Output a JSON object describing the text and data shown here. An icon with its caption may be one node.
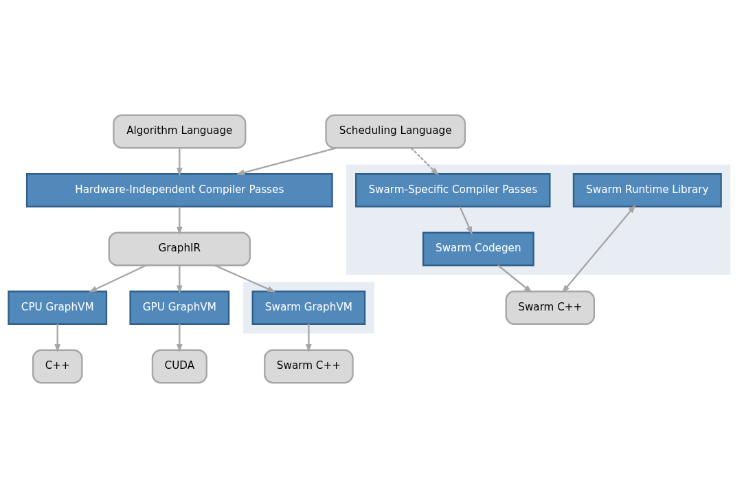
{
  "diagram": {
    "nodes": [
      {
        "text": [
          "Algorithm Language"
        ]
      },
      {
        "text": [
          "Scheduling Language"
        ]
      },
      {
        "text": [
          "Hardware-Independent Compiler Passes"
        ]
      },
      {
        "text": [
          "GraphIR"
        ]
      },
      {
        "text": [
          "CPU GraphVM"
        ]
      },
      {
        "text": [
          "GPU GraphVM"
        ]
      },
      {
        "text": [],
        "shape": "box"
      },
      {
        "text": [
          "Swarm GraphVM"
        ],
        "in": 6
      },
      {
        "text": [
          "C++"
        ]
      },
      {
        "text": [
          "CUDA"
        ]
      },
      {
        "text": [
          "Swarm C++"
        ]
      },
      {
        "text": [],
        "shape": "box"
      },
      {
        "text": [
          "Swarm-Specific Compiler Passes"
        ],
        "in": 11
      },
      {
        "text": [
          "Swarm Codegen"
        ],
        "in": 11
      },
      {
        "text": [
          "Swarm Runtime Library"
        ],
        "in": 11
      },
      {
        "text": [
          "Swarm C++"
        ]
      }
    ],
    "edges": [
      {
        "from": 0,
        "to": 2,
        "arrow": "to"
      },
      {
        "from": 1,
        "to": 2,
        "arrow": "to"
      },
      {
        "from": 2,
        "to": 3,
        "arrow": "to"
      },
      {
        "from": 3,
        "to": 4,
        "arrow": "to"
      },
      {
        "from": 3,
        "to": 5,
        "arrow": "to"
      },
      {
        "from": 3,
        "to": 7,
        "arrow": "to"
      },
      {
        "from": 4,
        "to": 8,
        "arrow": "to"
      },
      {
        "from": 5,
        "to": 9,
        "arrow": "to"
      },
      {
        "from": 7,
        "to": 10,
        "arrow": "to"
      },
      {
        "from": 1,
        "to": 12,
        "arrow": "to",
        "style": "dashed"
      },
      {
        "from": 12,
        "to": 13,
        "arrow": "to"
      },
      {
        "from": 13,
        "to": 15,
        "arrow": "to"
      },
      {
        "from": 14,
        "to": 15,
        "arrow": "both"
      }
    ]
  }
}
